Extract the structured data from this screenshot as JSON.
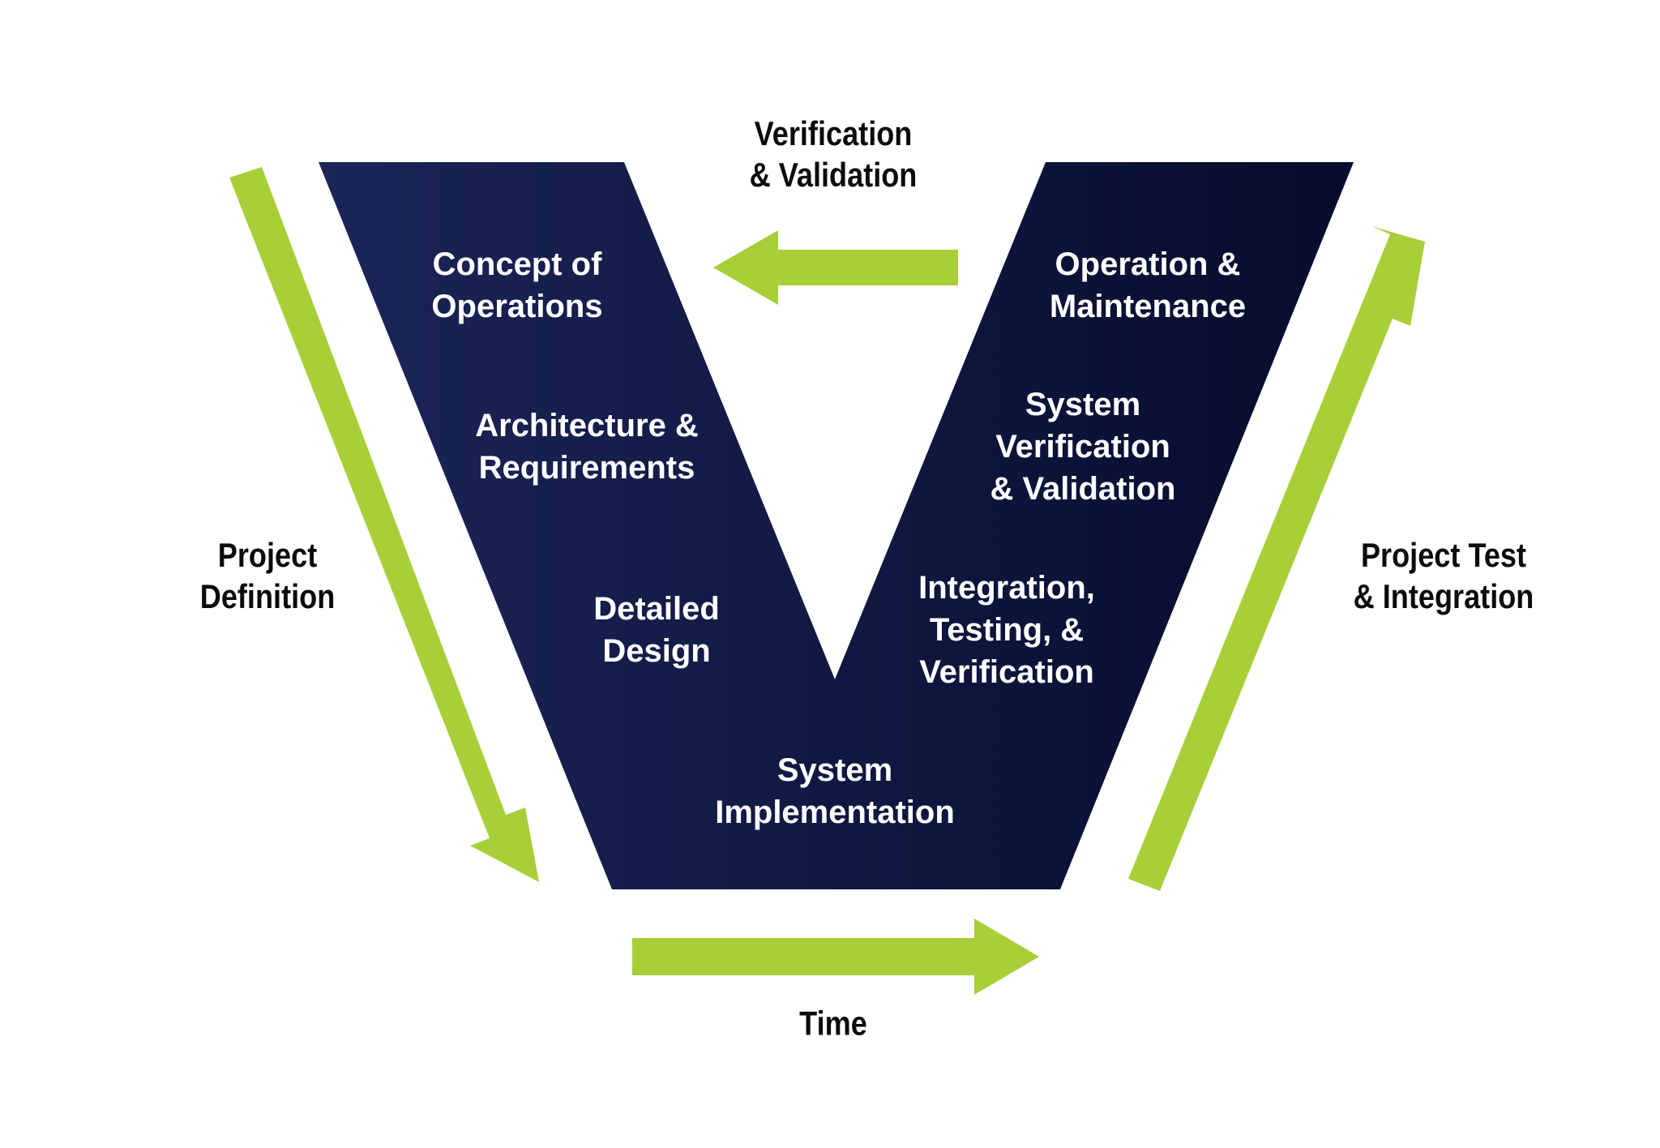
{
  "colors": {
    "v_shape_start": "#1b2558",
    "v_shape_end": "#060c2c",
    "arrow": "#a8cf38",
    "outer_text": "#0b0b0b",
    "inner_text": "#ffffff"
  },
  "outer_labels": {
    "verification_validation": [
      "Verification",
      "& Validation"
    ],
    "project_definition": [
      "Project",
      "Definition"
    ],
    "project_test_integration": [
      "Project Test",
      "& Integration"
    ],
    "time": [
      "Time"
    ]
  },
  "phases": {
    "concept_of_operations": [
      "Concept of",
      "Operations"
    ],
    "architecture_requirements": [
      "Architecture &",
      "Requirements"
    ],
    "detailed_design": [
      "Detailed",
      "Design"
    ],
    "system_implementation": [
      "System",
      "Implementation"
    ],
    "integration_testing_verification": [
      "Integration,",
      "Testing, &",
      "Verification"
    ],
    "system_verification_validation": [
      "System",
      "Verification",
      "& Validation"
    ],
    "operation_maintenance": [
      "Operation &",
      "Maintenance"
    ]
  },
  "arrows": {
    "project_definition": "arrow-down-right",
    "project_test_integration": "arrow-up-right",
    "time": "arrow-right",
    "verification_validation": "arrow-left"
  }
}
